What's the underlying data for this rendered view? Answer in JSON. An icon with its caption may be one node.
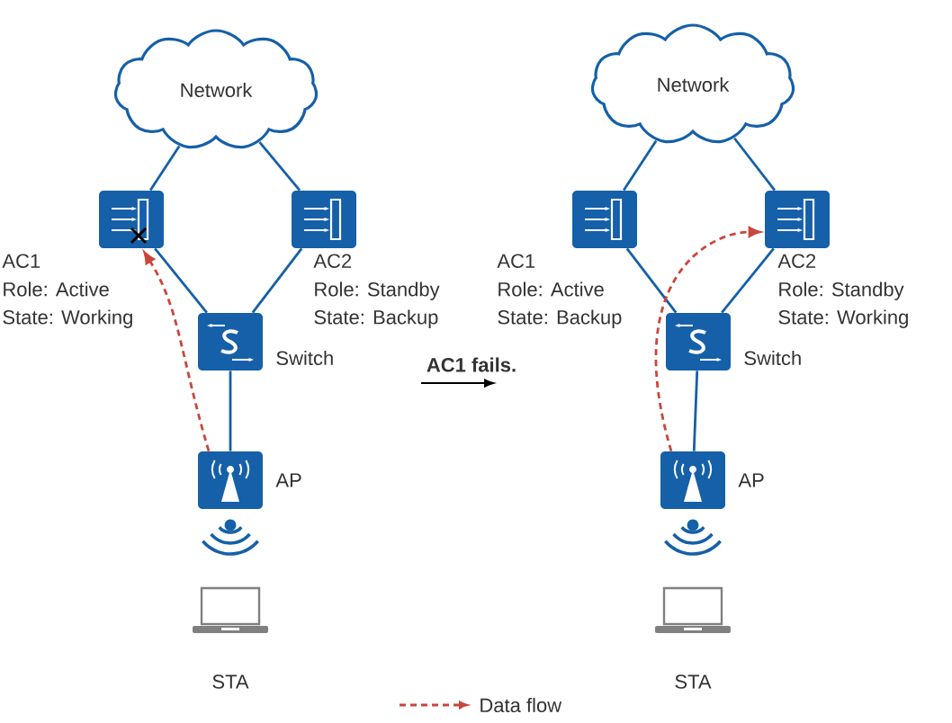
{
  "diagram": {
    "nodes": [
      {
        "text": [
          "Network"
        ]
      },
      {
        "text": [],
        "shape": "box",
        "beside": [
          "AC1",
          "Role: Active",
          "State: Working"
        ]
      },
      {
        "text": [],
        "shape": "box",
        "beside": [
          "AC2",
          "Role: Standby",
          "State: Backup"
        ]
      },
      {
        "text": [],
        "shape": "box",
        "beside": [
          "Switch"
        ]
      },
      {
        "text": [],
        "shape": "box",
        "beside": [
          "AP"
        ]
      },
      {
        "text": [],
        "shape": "laptop",
        "beside": [
          "STA"
        ]
      },
      {
        "text": [
          "Network"
        ]
      },
      {
        "text": [],
        "shape": "box",
        "beside": [
          "AC1",
          "Role: Active",
          "State: Backup"
        ]
      },
      {
        "text": [],
        "shape": "box",
        "beside": [
          "AC2",
          "Role: Standby",
          "State: Working"
        ]
      },
      {
        "text": [],
        "shape": "box",
        "beside": [
          "Switch"
        ]
      },
      {
        "text": [],
        "shape": "box",
        "beside": [
          "AP"
        ]
      },
      {
        "text": [],
        "shape": "laptop",
        "beside": [
          "STA"
        ]
      }
    ],
    "edges": [
      {
        "from": 0,
        "to": 1,
        "arrow": "none"
      },
      {
        "from": 0,
        "to": 2,
        "arrow": "none"
      },
      {
        "from": 1,
        "to": 3,
        "arrow": "none"
      },
      {
        "from": 2,
        "to": 3,
        "arrow": "none"
      },
      {
        "from": 3,
        "to": 4,
        "arrow": "none"
      },
      {
        "from": 4,
        "to": 1,
        "arrow": "to",
        "style": "dashed",
        "color": "#c9463d"
      },
      {
        "from": 6,
        "to": 7,
        "arrow": "none"
      },
      {
        "from": 6,
        "to": 8,
        "arrow": "none"
      },
      {
        "from": 7,
        "to": 9,
        "arrow": "none"
      },
      {
        "from": 8,
        "to": 9,
        "arrow": "none"
      },
      {
        "from": 9,
        "to": 10,
        "arrow": "none"
      },
      {
        "from": 10,
        "to": 8,
        "arrow": "to",
        "style": "dashed",
        "color": "#c9463d"
      }
    ],
    "labels": [
      "AC1 fails."
    ],
    "legend": [
      {
        "text": "Data flow"
      }
    ]
  }
}
